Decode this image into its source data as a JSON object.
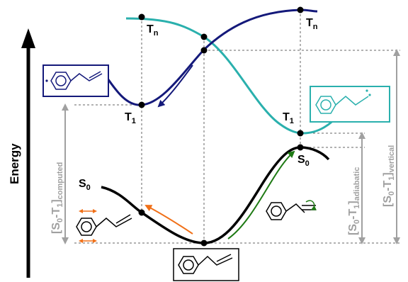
{
  "axis": {
    "label": "Energy"
  },
  "states": {
    "s0_left": {
      "main": "S",
      "sub": "0"
    },
    "s0_right": {
      "main": "S",
      "sub": "0"
    },
    "t1_left": {
      "main": "T",
      "sub": "1"
    },
    "t1_right": {
      "main": "T",
      "sub": "1"
    },
    "tn_left": {
      "main": "T",
      "sub": "n"
    },
    "tn_right": {
      "main": "T",
      "sub": "n"
    }
  },
  "gaps": {
    "computed": {
      "main": "[S",
      "s0": "0",
      "mid": "-T",
      "s1": "1",
      "end": "]",
      "sub": "computed"
    },
    "adiabatic": {
      "main": "[S",
      "s0": "0",
      "mid": "-T",
      "s1": "1",
      "end": "]",
      "sub": "adiabatic"
    },
    "vertical": {
      "main": "[S",
      "s0": "0",
      "mid": "-T",
      "s1": "1",
      "end": "]",
      "sub": "vertical"
    }
  },
  "colors": {
    "navy": "#14197a",
    "teal": "#2ab0ad",
    "black": "#000000",
    "orange": "#f07018",
    "green": "#1e7a14",
    "gray": "#a0a0a0",
    "dash": "#666666"
  },
  "icons": [
    "energy-axis-arrow",
    "benzene-ring-icon",
    "rotation-icon"
  ]
}
